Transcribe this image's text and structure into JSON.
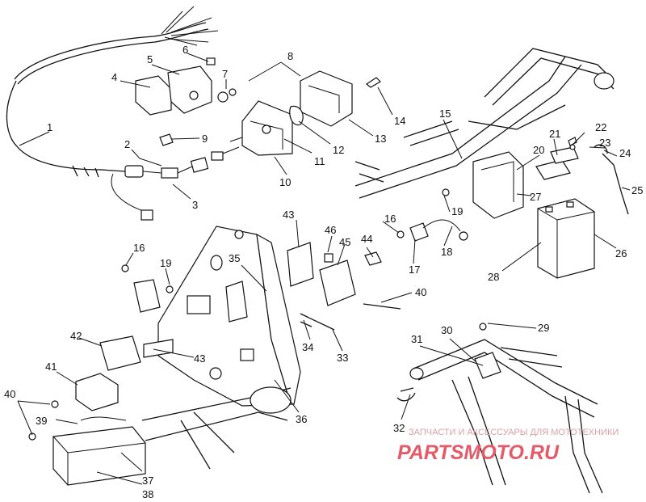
{
  "diagram": {
    "callouts": [
      {
        "id": "1",
        "t": "1"
      },
      {
        "id": "2",
        "t": "2"
      },
      {
        "id": "3",
        "t": "3"
      },
      {
        "id": "4",
        "t": "4"
      },
      {
        "id": "5",
        "t": "5"
      },
      {
        "id": "6",
        "t": "6"
      },
      {
        "id": "7",
        "t": "7"
      },
      {
        "id": "8",
        "t": "8"
      },
      {
        "id": "9",
        "t": "9"
      },
      {
        "id": "10",
        "t": "10"
      },
      {
        "id": "11",
        "t": "11"
      },
      {
        "id": "12",
        "t": "12"
      },
      {
        "id": "13",
        "t": "13"
      },
      {
        "id": "14",
        "t": "14"
      },
      {
        "id": "15",
        "t": "15"
      },
      {
        "id": "16a",
        "t": "16"
      },
      {
        "id": "16b",
        "t": "16"
      },
      {
        "id": "17",
        "t": "17"
      },
      {
        "id": "18",
        "t": "18"
      },
      {
        "id": "19a",
        "t": "19"
      },
      {
        "id": "19b",
        "t": "19"
      },
      {
        "id": "20",
        "t": "20"
      },
      {
        "id": "21",
        "t": "21"
      },
      {
        "id": "22",
        "t": "22"
      },
      {
        "id": "23",
        "t": "23"
      },
      {
        "id": "24",
        "t": "24"
      },
      {
        "id": "25",
        "t": "25"
      },
      {
        "id": "26",
        "t": "26"
      },
      {
        "id": "27",
        "t": "27"
      },
      {
        "id": "28",
        "t": "28"
      },
      {
        "id": "29",
        "t": "29"
      },
      {
        "id": "30",
        "t": "30"
      },
      {
        "id": "31",
        "t": "31"
      },
      {
        "id": "32",
        "t": "32"
      },
      {
        "id": "33",
        "t": "33"
      },
      {
        "id": "34",
        "t": "34"
      },
      {
        "id": "35",
        "t": "35"
      },
      {
        "id": "36",
        "t": "36"
      },
      {
        "id": "37",
        "t": "37"
      },
      {
        "id": "38",
        "t": "38"
      },
      {
        "id": "39",
        "t": "39"
      },
      {
        "id": "40a",
        "t": "40"
      },
      {
        "id": "40b",
        "t": "40"
      },
      {
        "id": "41",
        "t": "41"
      },
      {
        "id": "42",
        "t": "42"
      },
      {
        "id": "43a",
        "t": "43"
      },
      {
        "id": "43b",
        "t": "43"
      },
      {
        "id": "44",
        "t": "44"
      },
      {
        "id": "45",
        "t": "45"
      },
      {
        "id": "46",
        "t": "46"
      }
    ]
  },
  "watermark": {
    "caption": "ЗАПЧАСТИ И АКСЕССУАРЫ ДЛЯ МОТОТЕХНИКИ",
    "brand": "PARTSMOTO.RU",
    "caption_color": "#d9a0a6",
    "brand_color": "#e45b68"
  }
}
